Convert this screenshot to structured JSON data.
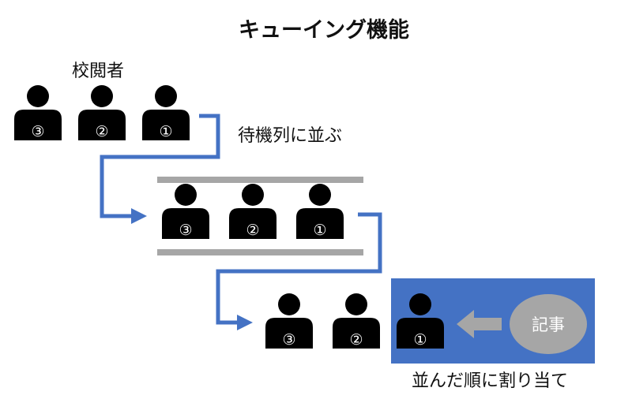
{
  "title": "キューイング機能",
  "reviewers_label": "校閲者",
  "queue_label": "待機列に並ぶ",
  "assign_label": "並んだ順に割り当て",
  "article_label": "記事",
  "numbers": [
    "③",
    "②",
    "①"
  ],
  "colors": {
    "person": "#000000",
    "arrow": "#4472C4",
    "queue_bar": "#A6A6A6",
    "highlight_box": "#4472C4",
    "article_circle": "#A6A6A6",
    "article_arrow": "#A6A6A6"
  }
}
